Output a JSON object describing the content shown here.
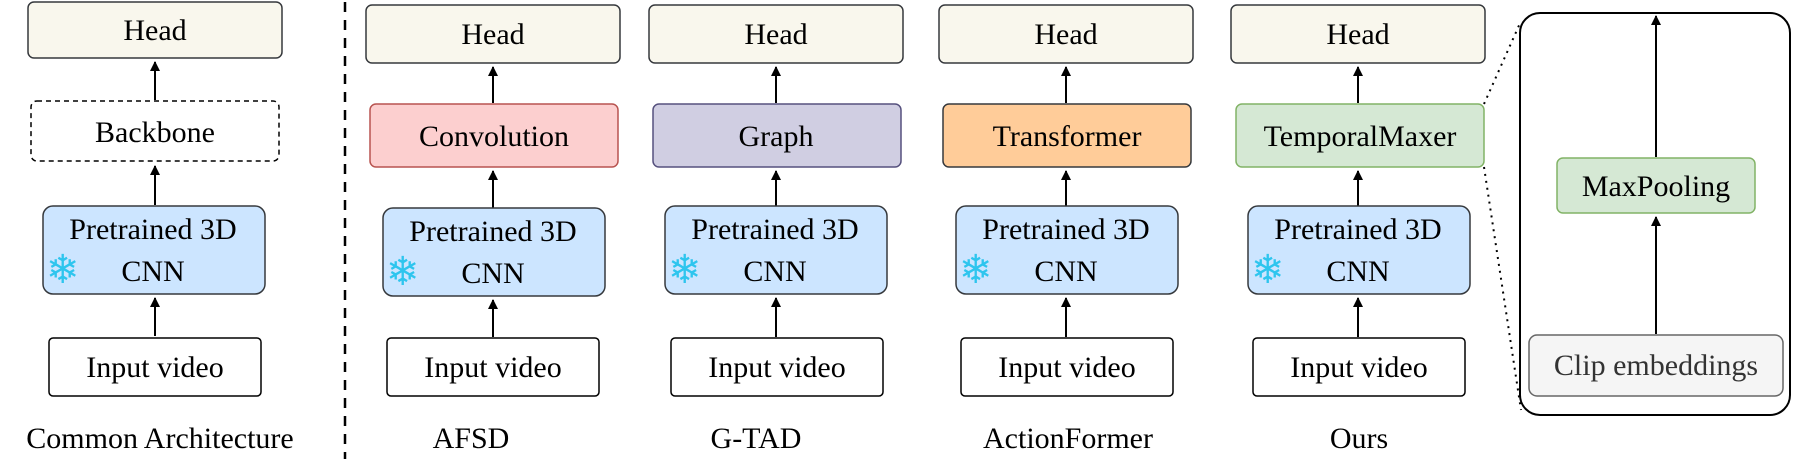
{
  "common": {
    "head": "Head",
    "backbone": "Backbone",
    "pretrained_line1": "Pretrained 3D",
    "pretrained_line2": "CNN",
    "input": "Input video",
    "caption": "Common Architecture"
  },
  "columns": [
    {
      "head": "Head",
      "module": "Convolution",
      "pretrained_line1": "Pretrained 3D",
      "pretrained_line2": "CNN",
      "input": "Input video",
      "caption": "AFSD",
      "module_fill": "#fccfcf",
      "module_stroke": "#b85450"
    },
    {
      "head": "Head",
      "module": "Graph",
      "pretrained_line1": "Pretrained 3D",
      "pretrained_line2": "CNN",
      "input": "Input video",
      "caption": "G-TAD",
      "module_fill": "#d0cee2",
      "module_stroke": "#56517e"
    },
    {
      "head": "Head",
      "module": "Transformer",
      "pretrained_line1": "Pretrained 3D",
      "pretrained_line2": "CNN",
      "input": "Input video",
      "caption": "ActionFormer",
      "module_fill": "#ffcc99",
      "module_stroke": "#36393d"
    },
    {
      "head": "Head",
      "module": "TemporalMaxer",
      "pretrained_line1": "Pretrained 3D",
      "pretrained_line2": "CNN",
      "input": "Input video",
      "caption": "Ours",
      "module_fill": "#d5e8d4",
      "module_stroke": "#82b366"
    }
  ],
  "zoom": {
    "maxpooling": "MaxPooling",
    "clip": "Clip embeddings"
  },
  "colors": {
    "head_fill": "#f9f7ed",
    "head_stroke": "#36393d",
    "pretrained_fill": "#cce5ff",
    "pretrained_stroke": "#36393d",
    "maxpool_fill": "#d5e8d4",
    "maxpool_stroke": "#82b366",
    "clip_fill": "#f5f5f5",
    "clip_stroke": "#666666",
    "snowflake": "#2ec5ee"
  },
  "icons": {
    "frozen": "snowflake-icon"
  }
}
